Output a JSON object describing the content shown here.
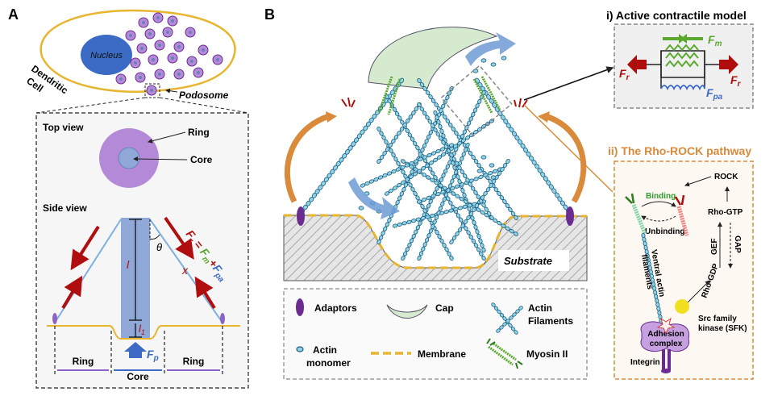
{
  "panel_a": {
    "label": "A",
    "cell_label_line1": "Dendritic",
    "cell_label_line2": "Cell",
    "nucleus": "Nucleus",
    "podosome": "Podosome",
    "top_view": "Top view",
    "ring": "Ring",
    "core": "Core",
    "side_view": "Side view",
    "eq_fr": "F",
    "eq_fr_sub": "r",
    "eq_eq": " = ",
    "eq_fm": "F",
    "eq_fm_sub": "m",
    "eq_plus": "+",
    "eq_fpa": "F",
    "eq_fpa_sub": "pa",
    "theta": "θ",
    "len_l": "l",
    "len_x": "x",
    "len_l1": "l",
    "len_l1_sub": "1",
    "fp": "F",
    "fp_sub": "p",
    "bottom_ring_left": "Ring",
    "bottom_core": "Core",
    "bottom_ring_right": "Ring"
  },
  "panel_b": {
    "label": "B",
    "substrate": "Substrate",
    "legend": {
      "adaptors": "Adaptors",
      "cap": "Cap",
      "actin_filaments_1": "Actin",
      "actin_filaments_2": "Filaments",
      "actin_monomer_1": "Actin",
      "actin_monomer_2": "monomer",
      "membrane": "Membrane",
      "myosin": "Myosin II"
    }
  },
  "panel_i": {
    "title": "i) Active contractile model",
    "fm": "F",
    "fm_sub": "m",
    "fr": "F",
    "fr_sub": "r",
    "fpa": "F",
    "fpa_sub": "pa"
  },
  "panel_ii": {
    "title": "ii) The Rho-ROCK pathway",
    "rock": "ROCK",
    "binding": "Binding",
    "unbinding": "Unbinding",
    "rho_gtp": "Rho-GTP",
    "gef": "GEF",
    "gap": "GAP",
    "rho_gdp": "Rho-GDP",
    "ventral_1": "Ventral actin",
    "ventral_2": "filaments",
    "src_1": "Src family",
    "src_2": "kinase (SFK)",
    "adhesion_1": "Adhesion",
    "adhesion_2": "complex",
    "integrin": "Integrin"
  },
  "colors": {
    "purple": "#6a2c91",
    "light_purple": "#b48ad8",
    "actin_blue": "#2b6d8c",
    "core_blue": "#8fa8d8",
    "membrane_yellow": "#e8b530",
    "red": "#b00e0e",
    "green": "#5aa82e",
    "orange": "#d98a3a"
  }
}
